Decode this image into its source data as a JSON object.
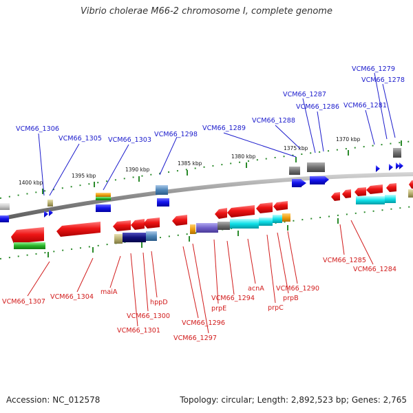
{
  "title": "Vibrio cholerae M66-2 chromosome I, complete genome",
  "footer": {
    "accession": "Accession: NC_012578",
    "summary": "Topology: circular; Length: 2,892,523 bp; Genes: 2,765"
  },
  "scale_labels": [
    "1400 kbp",
    "1395 kbp",
    "1390 kbp",
    "1385 kbp",
    "1380 kbp",
    "1375 kbp",
    "1370 kbp"
  ],
  "top_labels": [
    "VCM66_1306",
    "VCM66_1305",
    "VCM66_1303",
    "VCM66_1298",
    "VCM66_1289",
    "VCM66_1288",
    "VCM66_1287",
    "VCM66_1286",
    "VCM66_1281",
    "VCM66_1279",
    "VCM66_1278"
  ],
  "bottom_labels": [
    "VCM66_1307",
    "VCM66_1304",
    "maiA",
    "hppD",
    "VCM66_1300",
    "VCM66_1301",
    "VCM66_1296",
    "VCM66_1297",
    "prpE",
    "VCM66_1294",
    "acnA",
    "prpC",
    "prpB",
    "VCM66_1290",
    "VCM66_1285",
    "VCM66_1284"
  ],
  "colors": {
    "backbone": "#8a8a8a",
    "label_top": "#1a1acc",
    "label_bottom": "#d11a1a",
    "tick": "#2a8a2a",
    "cds_forward": "#1010e0",
    "cds_reverse": "#e01010",
    "feature_green": "#28b428",
    "feature_cyan": "#10e0e8",
    "feature_navy": "#10107a",
    "feature_purple": "#7060c8",
    "feature_orange": "#f0a010",
    "feature_grey": "#707070",
    "feature_steelblue": "#4f86b8",
    "feature_khaki": "#b8b070"
  }
}
